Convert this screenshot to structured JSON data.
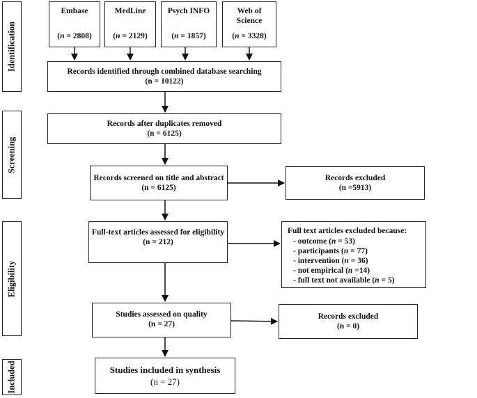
{
  "stages": {
    "identification": "Identification",
    "screening": "Screening",
    "eligibility": "Eligibility",
    "included": "Included"
  },
  "sources": [
    {
      "name": "Embase",
      "n": "2808"
    },
    {
      "name": "MedLine",
      "n": "2129"
    },
    {
      "name": "Psych INFO",
      "n": "1857"
    },
    {
      "name": "Web of Science",
      "n": "3328"
    }
  ],
  "nodes": {
    "combined": {
      "label": "Records identified through combined database searching",
      "count": "(n = 10122)"
    },
    "dedup": {
      "label": "Records after duplicates removed",
      "count": "(n = 6125)"
    },
    "screened": {
      "label": "Records screened on title and abstract",
      "count": "(n = 6125)"
    },
    "excluded1": {
      "label": "Records excluded",
      "count": "(n =5913)"
    },
    "fulltext": {
      "label": "Full-text articles assessed for eligibility",
      "count": "(n = 212)"
    },
    "quality": {
      "label": "Studies assessed on quality",
      "count": "(n = 27)"
    },
    "excluded2": {
      "label": "Records excluded",
      "count": "(n = 0)"
    },
    "included": {
      "label": "Studies included in synthesis",
      "count": "(n = 27)"
    }
  },
  "fulltext_excluded": {
    "title": "Full text articles excluded because:",
    "reasons": [
      {
        "label": "- outcome",
        "n": "53",
        "sep": " = "
      },
      {
        "label": "- participants",
        "n": "77",
        "sep": " = "
      },
      {
        "label": "- intervention",
        "n": "36",
        "sep": " = "
      },
      {
        "label": "- not empirical",
        "n": "14",
        "sep": " ="
      },
      {
        "label": "- full text not available",
        "n": "5",
        "sep": " = "
      }
    ]
  }
}
